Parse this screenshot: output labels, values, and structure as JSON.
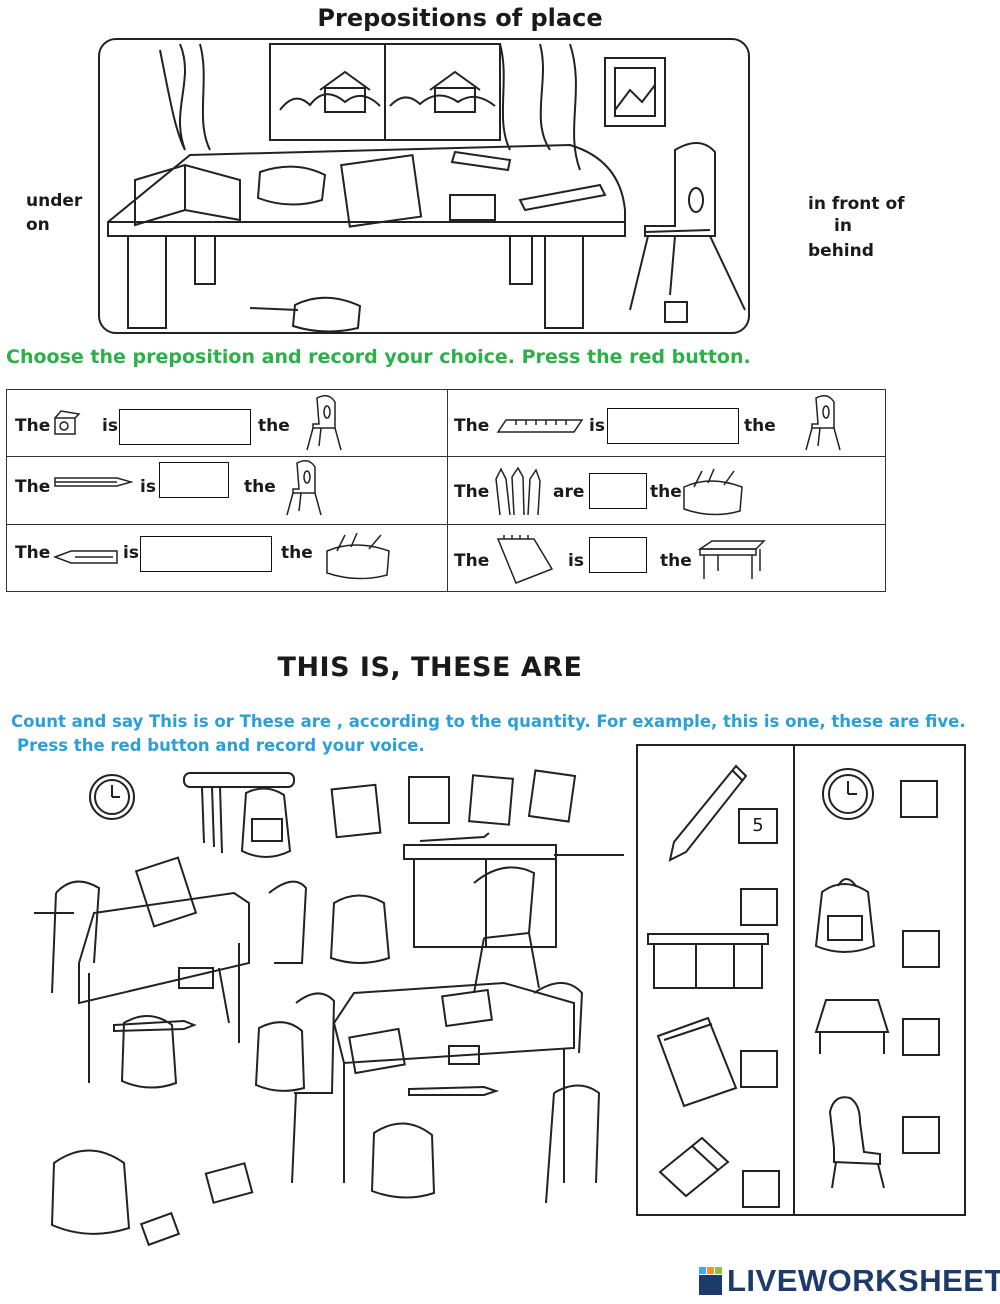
{
  "section1": {
    "title": "Prepositions of place",
    "left_words": [
      "under",
      "on"
    ],
    "right_words": [
      "in front of",
      "in",
      "behind"
    ],
    "instruction": "Choose the preposition and record your choice. Press the red button."
  },
  "sentences": {
    "the": "The",
    "is": "is",
    "are": "are",
    "the_lower": "the"
  },
  "section2": {
    "title": "THIS IS, THESE ARE",
    "instruction_line1": "Count and say This is or These are , according to the quantity. For example, this is one, these are five.",
    "instruction_line2": "Press the red button and record your voice.",
    "example_count": "5"
  },
  "brand": {
    "logo_text": "LIVEWORKSHEETS"
  },
  "colors": {
    "green_instruction": "#2bb04a",
    "blue_instruction": "#2aa0d8",
    "logo_blue": "#1e3a6b"
  }
}
